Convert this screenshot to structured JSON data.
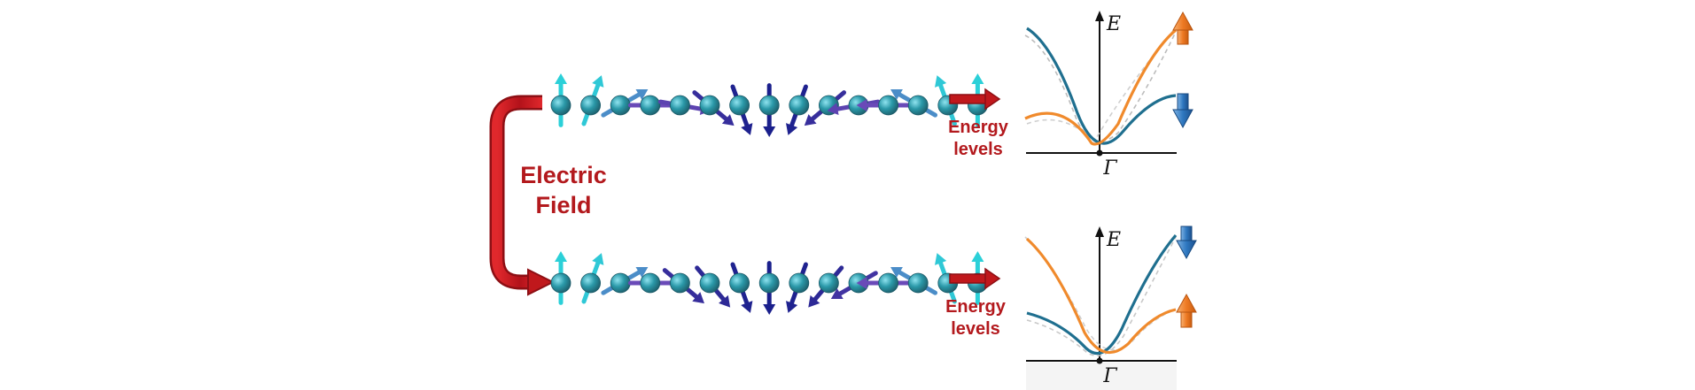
{
  "field_label": {
    "line1": "Electric",
    "line2": "Field"
  },
  "energy_label": {
    "line1": "Energy",
    "line2": "levels"
  },
  "plot": {
    "y_axis": "E",
    "x_point": "Γ"
  },
  "colors": {
    "field_arrow": "#c0181c",
    "label": "#b3191d",
    "atom": "#2a8a9a",
    "spin_up": "#2bd0d8",
    "spin_down": "#1a1f8c",
    "spin_mid": "#6a4ab8",
    "band_up": "#f08a2c",
    "band_down": "#1f6f8f",
    "ind_up": "#f07a2a",
    "ind_down": "#2f78c0"
  },
  "spin_chain_top_angles_deg": [
    0,
    20,
    60,
    90,
    100,
    130,
    160,
    180,
    200,
    230,
    260,
    270,
    300,
    340,
    360
  ],
  "spin_chain_bottom_angles_deg": [
    0,
    20,
    60,
    90,
    130,
    140,
    160,
    180,
    200,
    220,
    240,
    270,
    300,
    340,
    360
  ],
  "panels": [
    {
      "name": "top",
      "up_band": "raised",
      "up_indicator": "top",
      "down_indicator": "lower"
    },
    {
      "name": "bottom",
      "up_band": "lowered",
      "up_indicator": "lower",
      "down_indicator": "top"
    }
  ]
}
